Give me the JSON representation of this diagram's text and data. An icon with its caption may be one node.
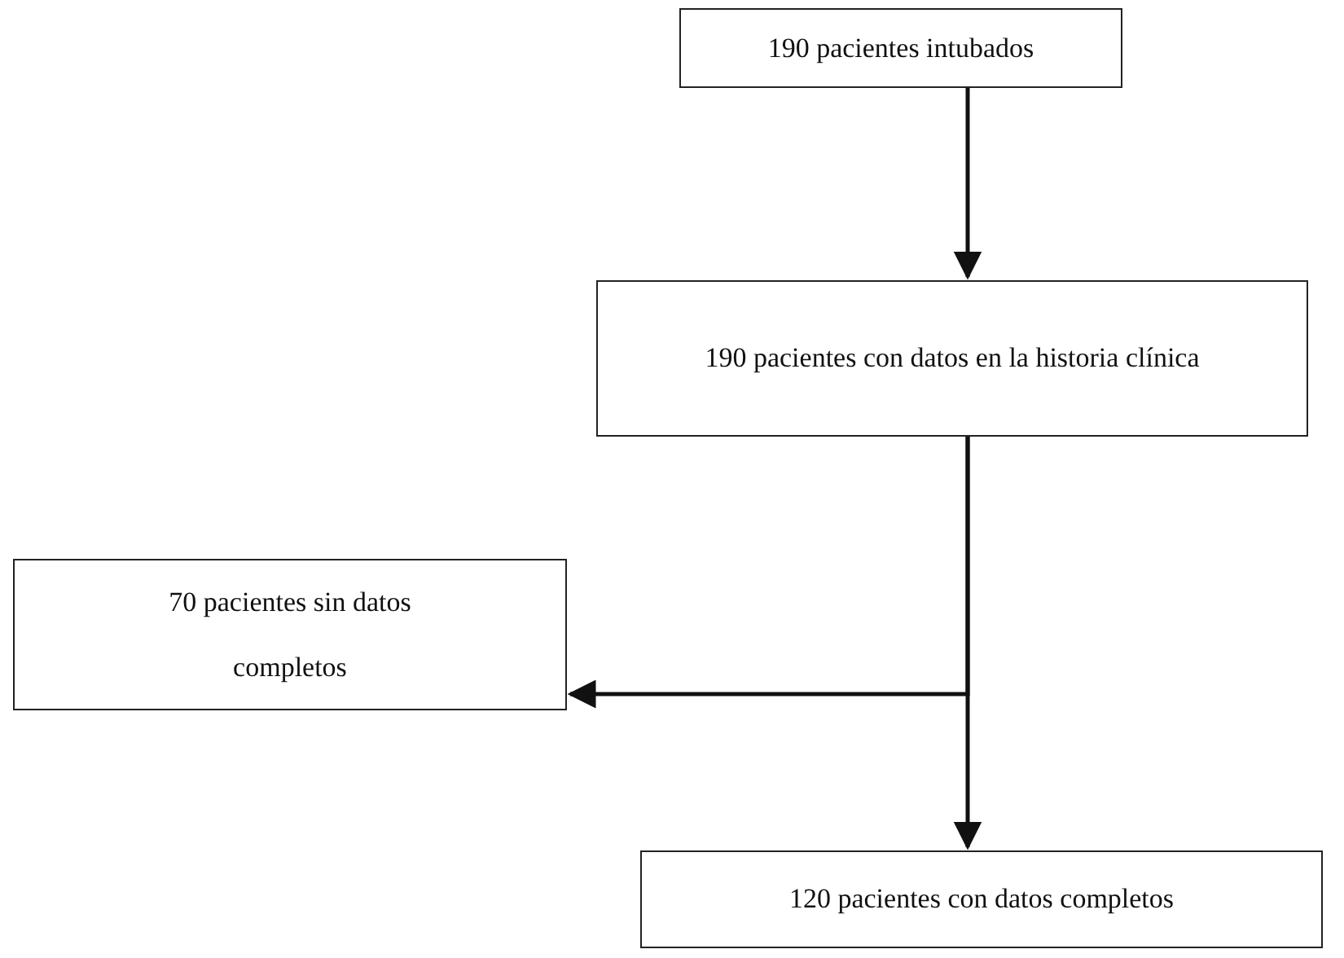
{
  "diagram": {
    "nodes": [
      {
        "text": [
          "190 pacientes intubados"
        ]
      },
      {
        "text": [
          "190 pacientes con datos en la historia clínica"
        ]
      },
      {
        "text": [
          "70 pacientes sin datos completos"
        ]
      },
      {
        "text": [
          "120 pacientes con datos completos"
        ]
      }
    ],
    "edges": [
      {
        "from": 0,
        "to": 1,
        "arrow": "to"
      },
      {
        "from": 1,
        "to": 2,
        "arrow": "to"
      },
      {
        "from": 1,
        "to": 3,
        "arrow": "to"
      }
    ]
  }
}
